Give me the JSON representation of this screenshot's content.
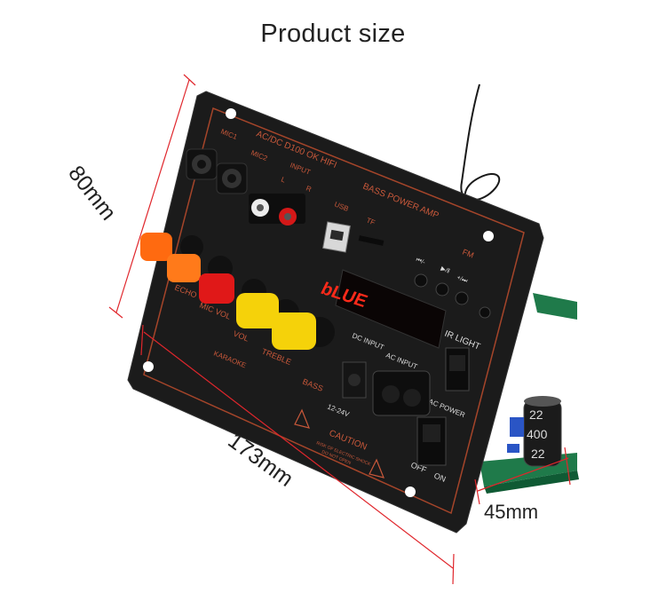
{
  "heading": "Product size",
  "dimensions": {
    "height": "80mm",
    "width": "173mm",
    "depth": "45mm"
  },
  "panel": {
    "model": "AC/DC D100 OK HIFI",
    "brand_line": "BASS POWER AMP",
    "mic1": "MIC1",
    "mic2": "MIC2",
    "input": "INPUT",
    "input_l": "L",
    "input_r": "R",
    "usb": "USB",
    "tf": "TF",
    "fm": "FM",
    "prev": "⏮/-",
    "play": "▶/‖",
    "next": "+/⏭",
    "display": "bLUE",
    "ir_light": "IR LIGHT",
    "echo": "ECHO",
    "mic_vol": "MIC VOL",
    "vol": "VOL",
    "treble": "TREBLE",
    "bass": "BASS",
    "karaoke": "KARAOKE",
    "dc_input": "DC INPUT",
    "ac_input": "AC INPUT",
    "voltage": "12-24V",
    "ac_power": "AC POWER",
    "off": "OFF",
    "on": "ON",
    "caution": "CAUTION",
    "caution_line1": "RISK OF ELECTRIC SHOCK",
    "caution_line2": "DO NOT OPEN",
    "cap_line1": "22",
    "cap_line2": "400",
    "cap_line3": "22"
  },
  "colors": {
    "panel": "#1b1b1b",
    "trace": "#a5452a",
    "measure_line": "#e0262c",
    "display": "#ff2a1a",
    "knob_orange": "#ff6a10",
    "knob_red": "#e01818",
    "knob_yellow": "#f5d20a",
    "pcb_green": "#1f7a4a"
  }
}
